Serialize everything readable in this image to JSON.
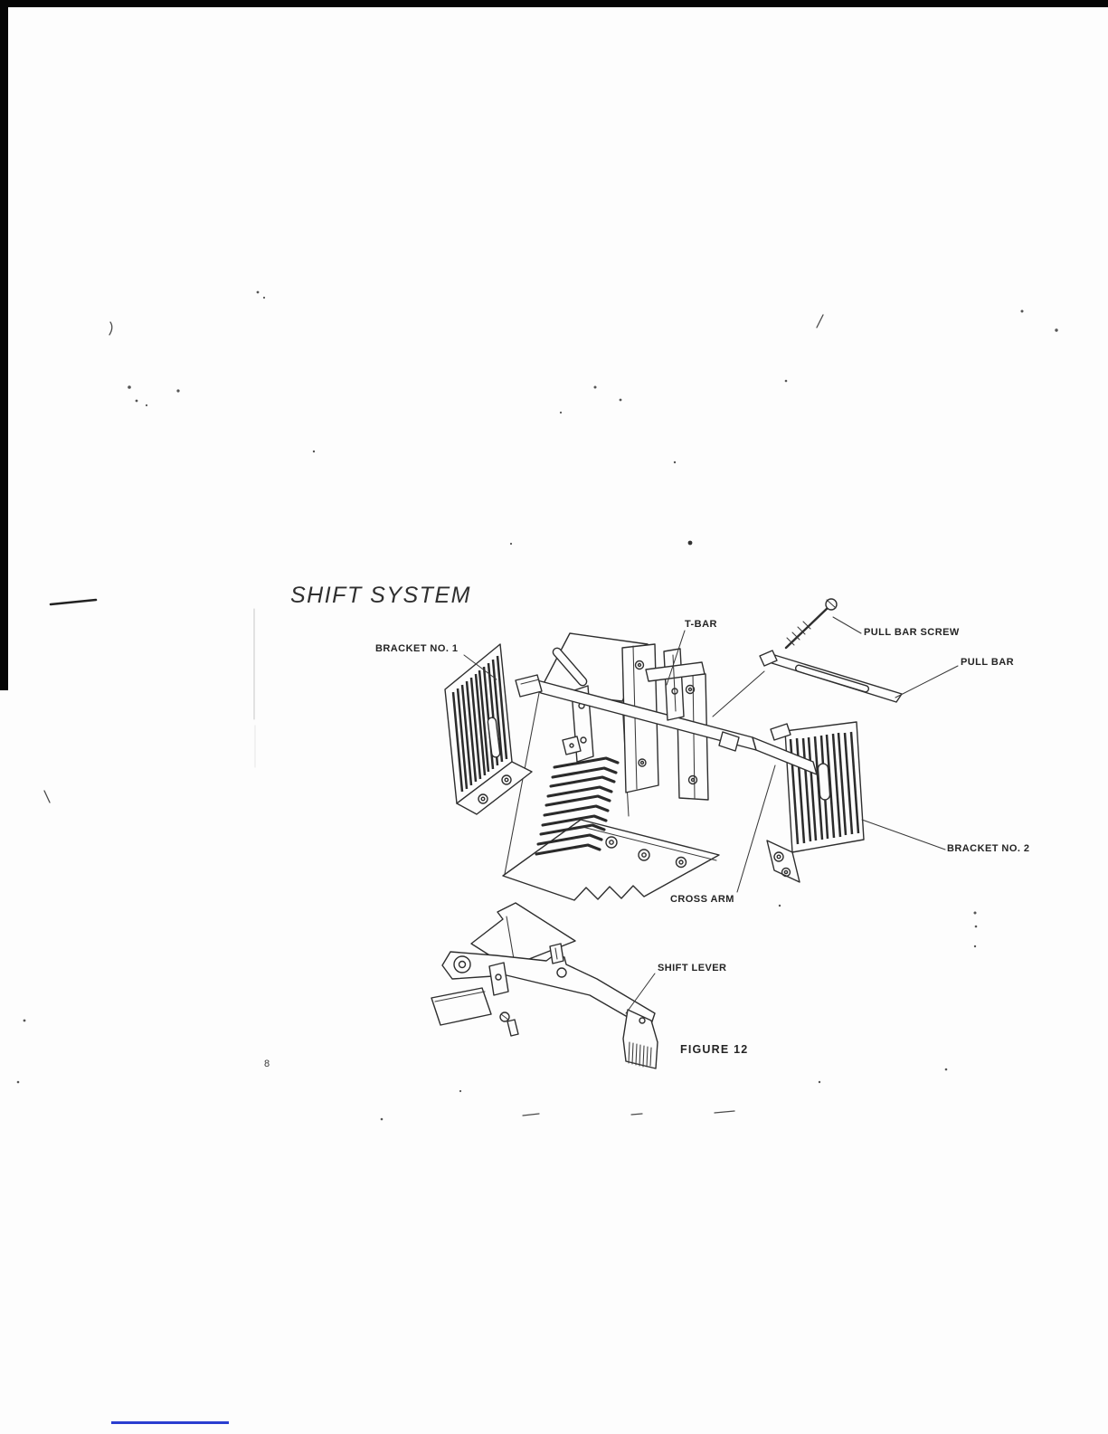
{
  "page": {
    "title": "SHIFT SYSTEM",
    "page_number": "8",
    "figure": {
      "caption": "FIGURE 12"
    }
  },
  "diagram": {
    "name": "shift-system-exploded-view",
    "part_labels": [
      {
        "id": "bracket_no_1",
        "text": "BRACKET NO. 1"
      },
      {
        "id": "t_bar",
        "text": "T-BAR"
      },
      {
        "id": "pull_bar_screw",
        "text": "PULL BAR SCREW"
      },
      {
        "id": "pull_bar",
        "text": "PULL BAR"
      },
      {
        "id": "bracket_no_2",
        "text": "BRACKET NO. 2"
      },
      {
        "id": "cross_arm",
        "text": "CROSS ARM"
      },
      {
        "id": "shift_lever",
        "text": "SHIFT LEVER"
      }
    ]
  },
  "colors": {
    "paper": "#fdfdfd",
    "ink": "#2e2e2e",
    "scan_edge_black": "#060606",
    "scan_blue_line": "#2b3fd0"
  }
}
